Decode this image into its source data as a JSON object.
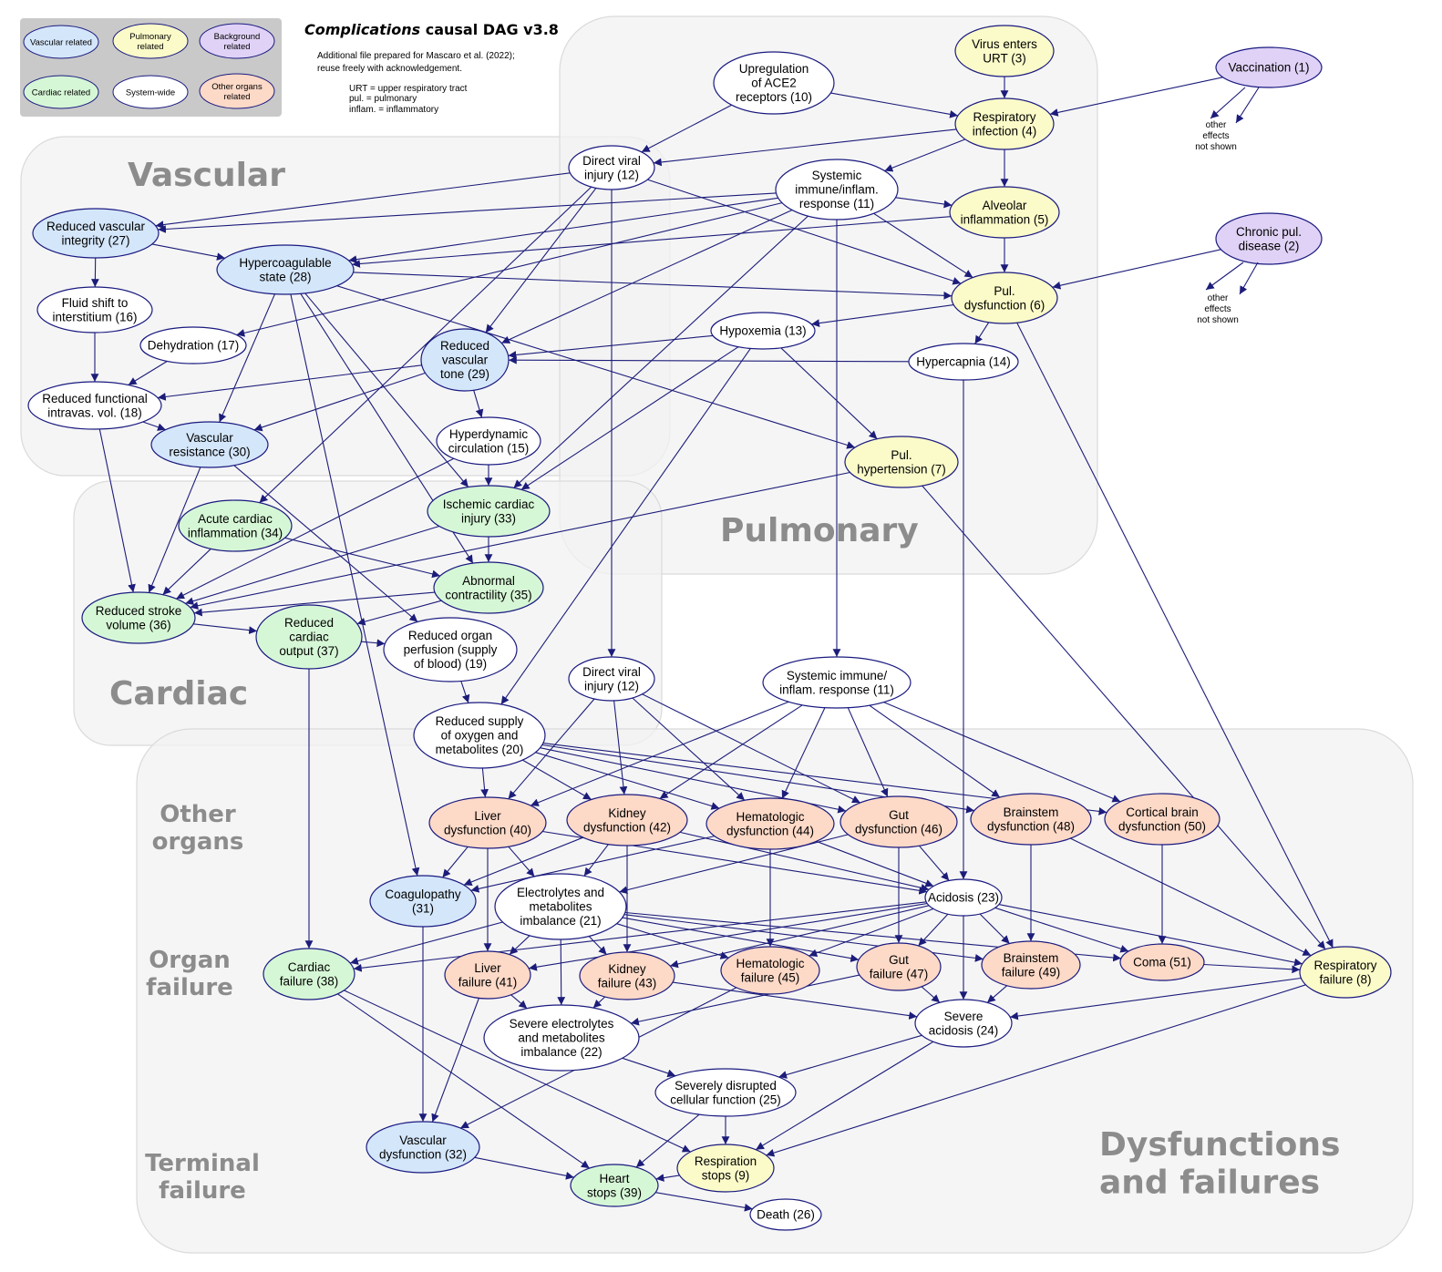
{
  "title": {
    "italic": "Complications",
    "rest": " causal DAG v3.8",
    "notes": [
      "Additional file prepared for Mascaro et al. (2022);",
      "reuse freely with acknowledgement.",
      "URT = upper respiratory tract",
      "pul. = pulmonary",
      "inflam. = inflammatory"
    ]
  },
  "colors": {
    "vascular": "#d4e6fa",
    "pulmonary": "#fbfbc9",
    "background": "#e0d2f6",
    "cardiac": "#d6f7d6",
    "system": "#ffffff",
    "organ": "#fdd9c7",
    "edge": "#1c1c7a",
    "region_fill": "#f1f1f1",
    "legend_fill": "#c9c9c9"
  },
  "legend": [
    {
      "type": "vascular",
      "lines": [
        "Vascular related"
      ]
    },
    {
      "type": "pulmonary",
      "lines": [
        "Pulmonary",
        "related"
      ]
    },
    {
      "type": "background",
      "lines": [
        "Background",
        "related"
      ]
    },
    {
      "type": "cardiac",
      "lines": [
        "Cardiac related"
      ]
    },
    {
      "type": "system",
      "lines": [
        "System-wide"
      ]
    },
    {
      "type": "organ",
      "lines": [
        "Other organs",
        "related"
      ]
    }
  ],
  "regions": [
    {
      "id": "vascular",
      "lines": [
        "Vascular"
      ]
    },
    {
      "id": "pulmonary",
      "lines": [
        "Pulmonary"
      ]
    },
    {
      "id": "cardiac",
      "lines": [
        "Cardiac"
      ]
    },
    {
      "id": "dysfunctions",
      "lines": [
        "Dysfunctions",
        "and failures"
      ]
    },
    {
      "id": "other-organs",
      "lines": [
        "Other",
        "organs"
      ]
    },
    {
      "id": "organ-failure",
      "lines": [
        "Organ",
        "failure"
      ]
    },
    {
      "id": "terminal-failure",
      "lines": [
        "Terminal",
        "failure"
      ]
    }
  ],
  "side_notes": [
    {
      "id": "vacc-note",
      "lines": [
        "other",
        "effects",
        "not shown"
      ]
    },
    {
      "id": "chronic-note",
      "lines": [
        "other",
        "effects",
        "not shown"
      ]
    }
  ],
  "nodes": [
    {
      "id": "n1",
      "type": "background",
      "lines": [
        "Vaccination (1)"
      ]
    },
    {
      "id": "n2",
      "type": "background",
      "lines": [
        "Chronic pul.",
        "disease (2)"
      ]
    },
    {
      "id": "n3",
      "type": "pulmonary",
      "lines": [
        "Virus enters",
        "URT (3)"
      ]
    },
    {
      "id": "n4",
      "type": "pulmonary",
      "lines": [
        "Respiratory",
        "infection (4)"
      ]
    },
    {
      "id": "n5",
      "type": "pulmonary",
      "lines": [
        "Alveolar",
        "inflammation (5)"
      ]
    },
    {
      "id": "n6",
      "type": "pulmonary",
      "lines": [
        "Pul.",
        "dysfunction (6)"
      ]
    },
    {
      "id": "n7",
      "type": "pulmonary",
      "lines": [
        "Pul.",
        "hypertension (7)"
      ]
    },
    {
      "id": "n8",
      "type": "pulmonary",
      "lines": [
        "Respiratory",
        "failure (8)"
      ]
    },
    {
      "id": "n9",
      "type": "pulmonary",
      "lines": [
        "Respiration",
        "stops (9)"
      ]
    },
    {
      "id": "n10",
      "type": "system",
      "lines": [
        "Upregulation",
        "of ACE2",
        "receptors (10)"
      ]
    },
    {
      "id": "n11",
      "type": "system",
      "lines": [
        "Systemic",
        "immune/inflam.",
        "response (11)"
      ]
    },
    {
      "id": "n11b",
      "type": "system",
      "lines": [
        "Systemic immune/",
        "inflam. response (11)"
      ]
    },
    {
      "id": "n12",
      "type": "system",
      "lines": [
        "Direct viral",
        "injury (12)"
      ]
    },
    {
      "id": "n12b",
      "type": "system",
      "lines": [
        "Direct viral",
        "injury (12)"
      ]
    },
    {
      "id": "n13",
      "type": "system",
      "lines": [
        "Hypoxemia (13)"
      ]
    },
    {
      "id": "n14",
      "type": "system",
      "lines": [
        "Hypercapnia (14)"
      ]
    },
    {
      "id": "n15",
      "type": "system",
      "lines": [
        "Hyperdynamic",
        "circulation (15)"
      ]
    },
    {
      "id": "n16",
      "type": "system",
      "lines": [
        "Fluid shift to",
        "interstitium (16)"
      ]
    },
    {
      "id": "n17",
      "type": "system",
      "lines": [
        "Dehydration (17)"
      ]
    },
    {
      "id": "n18",
      "type": "system",
      "lines": [
        "Reduced functional",
        "intravas. vol. (18)"
      ]
    },
    {
      "id": "n19",
      "type": "system",
      "lines": [
        "Reduced organ",
        "perfusion (supply",
        "of blood) (19)"
      ]
    },
    {
      "id": "n20",
      "type": "system",
      "lines": [
        "Reduced supply",
        "of oxygen and",
        "metabolites (20)"
      ]
    },
    {
      "id": "n21",
      "type": "system",
      "lines": [
        "Electrolytes and",
        "metabolites",
        "imbalance (21)"
      ]
    },
    {
      "id": "n22",
      "type": "system",
      "lines": [
        "Severe electrolytes",
        "and metabolites",
        "imbalance (22)"
      ]
    },
    {
      "id": "n23",
      "type": "system",
      "lines": [
        "Acidosis (23)"
      ]
    },
    {
      "id": "n24",
      "type": "system",
      "lines": [
        "Severe",
        "acidosis (24)"
      ]
    },
    {
      "id": "n25",
      "type": "system",
      "lines": [
        "Severely disrupted",
        "cellular function (25)"
      ]
    },
    {
      "id": "n26",
      "type": "system",
      "lines": [
        "Death (26)"
      ]
    },
    {
      "id": "n27",
      "type": "vascular",
      "lines": [
        "Reduced vascular",
        "integrity (27)"
      ]
    },
    {
      "id": "n28",
      "type": "vascular",
      "lines": [
        "Hypercoagulable",
        "state (28)"
      ]
    },
    {
      "id": "n29",
      "type": "vascular",
      "lines": [
        "Reduced",
        "vascular",
        "tone (29)"
      ]
    },
    {
      "id": "n30",
      "type": "vascular",
      "lines": [
        "Vascular",
        "resistance (30)"
      ]
    },
    {
      "id": "n31",
      "type": "vascular",
      "lines": [
        "Coagulopathy",
        "(31)"
      ]
    },
    {
      "id": "n32",
      "type": "vascular",
      "lines": [
        "Vascular",
        "dysfunction (32)"
      ]
    },
    {
      "id": "n33",
      "type": "cardiac",
      "lines": [
        "Ischemic cardiac",
        "injury (33)"
      ]
    },
    {
      "id": "n34",
      "type": "cardiac",
      "lines": [
        "Acute cardiac",
        "inflammation (34)"
      ]
    },
    {
      "id": "n35",
      "type": "cardiac",
      "lines": [
        "Abnormal",
        "contractility (35)"
      ]
    },
    {
      "id": "n36",
      "type": "cardiac",
      "lines": [
        "Reduced stroke",
        "volume (36)"
      ]
    },
    {
      "id": "n37",
      "type": "cardiac",
      "lines": [
        "Reduced",
        "cardiac",
        "output (37)"
      ]
    },
    {
      "id": "n38",
      "type": "cardiac",
      "lines": [
        "Cardiac",
        "failure (38)"
      ]
    },
    {
      "id": "n39",
      "type": "cardiac",
      "lines": [
        "Heart",
        "stops (39)"
      ]
    },
    {
      "id": "n40",
      "type": "organ",
      "lines": [
        "Liver",
        "dysfunction (40)"
      ]
    },
    {
      "id": "n41",
      "type": "organ",
      "lines": [
        "Liver",
        "failure (41)"
      ]
    },
    {
      "id": "n42",
      "type": "organ",
      "lines": [
        "Kidney",
        "dysfunction (42)"
      ]
    },
    {
      "id": "n43",
      "type": "organ",
      "lines": [
        "Kidney",
        "failure (43)"
      ]
    },
    {
      "id": "n44",
      "type": "organ",
      "lines": [
        "Hematologic",
        "dysfunction (44)"
      ]
    },
    {
      "id": "n45",
      "type": "organ",
      "lines": [
        "Hematologic",
        "failure (45)"
      ]
    },
    {
      "id": "n46",
      "type": "organ",
      "lines": [
        "Gut",
        "dysfunction (46)"
      ]
    },
    {
      "id": "n47",
      "type": "organ",
      "lines": [
        "Gut",
        "failure (47)"
      ]
    },
    {
      "id": "n48",
      "type": "organ",
      "lines": [
        "Brainstem",
        "dysfunction (48)"
      ]
    },
    {
      "id": "n49",
      "type": "organ",
      "lines": [
        "Brainstem",
        "failure (49)"
      ]
    },
    {
      "id": "n50",
      "type": "organ",
      "lines": [
        "Cortical brain",
        "dysfunction (50)"
      ]
    },
    {
      "id": "n51",
      "type": "organ",
      "lines": [
        "Coma (51)"
      ]
    }
  ],
  "edges": [
    [
      "n3",
      "n4"
    ],
    [
      "n1",
      "n4"
    ],
    [
      "n10",
      "n4"
    ],
    [
      "n10",
      "n12"
    ],
    [
      "n4",
      "n12"
    ],
    [
      "n4",
      "n11"
    ],
    [
      "n4",
      "n5"
    ],
    [
      "n12",
      "n27"
    ],
    [
      "n12",
      "n6"
    ],
    [
      "n12",
      "n29"
    ],
    [
      "n12",
      "n34"
    ],
    [
      "n12",
      "n12b"
    ],
    [
      "n11",
      "n27"
    ],
    [
      "n11",
      "n28"
    ],
    [
      "n11",
      "n5"
    ],
    [
      "n11",
      "n6"
    ],
    [
      "n11",
      "n29"
    ],
    [
      "n11",
      "n17"
    ],
    [
      "n11",
      "n33"
    ],
    [
      "n11",
      "n11b"
    ],
    [
      "n5",
      "n6"
    ],
    [
      "n5",
      "n28"
    ],
    [
      "n2",
      "n6"
    ],
    [
      "n6",
      "n13"
    ],
    [
      "n6",
      "n14"
    ],
    [
      "n6",
      "n8"
    ],
    [
      "n13",
      "n29"
    ],
    [
      "n13",
      "n7"
    ],
    [
      "n13",
      "n33"
    ],
    [
      "n13",
      "n20"
    ],
    [
      "n14",
      "n29"
    ],
    [
      "n14",
      "n23"
    ],
    [
      "n27",
      "n28"
    ],
    [
      "n27",
      "n16"
    ],
    [
      "n16",
      "n18"
    ],
    [
      "n17",
      "n18"
    ],
    [
      "n28",
      "n6"
    ],
    [
      "n28",
      "n7"
    ],
    [
      "n28",
      "n30"
    ],
    [
      "n28",
      "n33"
    ],
    [
      "n28",
      "n35"
    ],
    [
      "n28",
      "n31"
    ],
    [
      "n29",
      "n18"
    ],
    [
      "n29",
      "n30"
    ],
    [
      "n29",
      "n15"
    ],
    [
      "n15",
      "n33"
    ],
    [
      "n15",
      "n36"
    ],
    [
      "n18",
      "n30"
    ],
    [
      "n18",
      "n36"
    ],
    [
      "n30",
      "n36"
    ],
    [
      "n30",
      "n19"
    ],
    [
      "n7",
      "n36"
    ],
    [
      "n7",
      "n8"
    ],
    [
      "n33",
      "n36"
    ],
    [
      "n33",
      "n35"
    ],
    [
      "n34",
      "n36"
    ],
    [
      "n34",
      "n35"
    ],
    [
      "n35",
      "n36"
    ],
    [
      "n35",
      "n37"
    ],
    [
      "n36",
      "n37"
    ],
    [
      "n37",
      "n19"
    ],
    [
      "n37",
      "n38"
    ],
    [
      "n19",
      "n20"
    ],
    [
      "n20",
      "n40"
    ],
    [
      "n20",
      "n42"
    ],
    [
      "n20",
      "n44"
    ],
    [
      "n20",
      "n46"
    ],
    [
      "n20",
      "n48"
    ],
    [
      "n20",
      "n50"
    ],
    [
      "n12b",
      "n40"
    ],
    [
      "n12b",
      "n42"
    ],
    [
      "n12b",
      "n44"
    ],
    [
      "n12b",
      "n46"
    ],
    [
      "n11b",
      "n40"
    ],
    [
      "n11b",
      "n42"
    ],
    [
      "n11b",
      "n44"
    ],
    [
      "n11b",
      "n46"
    ],
    [
      "n11b",
      "n48"
    ],
    [
      "n11b",
      "n50"
    ],
    [
      "n40",
      "n41"
    ],
    [
      "n40",
      "n21"
    ],
    [
      "n40",
      "n31"
    ],
    [
      "n40",
      "n23"
    ],
    [
      "n42",
      "n43"
    ],
    [
      "n42",
      "n21"
    ],
    [
      "n42",
      "n31"
    ],
    [
      "n42",
      "n23"
    ],
    [
      "n44",
      "n45"
    ],
    [
      "n44",
      "n31"
    ],
    [
      "n44",
      "n23"
    ],
    [
      "n46",
      "n47"
    ],
    [
      "n46",
      "n21"
    ],
    [
      "n46",
      "n23"
    ],
    [
      "n48",
      "n49"
    ],
    [
      "n48",
      "n8"
    ],
    [
      "n50",
      "n51"
    ],
    [
      "n21",
      "n38"
    ],
    [
      "n21",
      "n41"
    ],
    [
      "n21",
      "n43"
    ],
    [
      "n21",
      "n45"
    ],
    [
      "n21",
      "n47"
    ],
    [
      "n21",
      "n49"
    ],
    [
      "n21",
      "n51"
    ],
    [
      "n21",
      "n22"
    ],
    [
      "n23",
      "n24"
    ],
    [
      "n23",
      "n38"
    ],
    [
      "n23",
      "n41"
    ],
    [
      "n23",
      "n43"
    ],
    [
      "n23",
      "n45"
    ],
    [
      "n23",
      "n47"
    ],
    [
      "n23",
      "n49"
    ],
    [
      "n23",
      "n51"
    ],
    [
      "n23",
      "n8"
    ],
    [
      "n31",
      "n32"
    ],
    [
      "n38",
      "n39"
    ],
    [
      "n38",
      "n9"
    ],
    [
      "n41",
      "n22"
    ],
    [
      "n41",
      "n32"
    ],
    [
      "n43",
      "n22"
    ],
    [
      "n43",
      "n24"
    ],
    [
      "n45",
      "n32"
    ],
    [
      "n47",
      "n24"
    ],
    [
      "n47",
      "n22"
    ],
    [
      "n49",
      "n24"
    ],
    [
      "n51",
      "n8"
    ],
    [
      "n8",
      "n24"
    ],
    [
      "n8",
      "n9"
    ],
    [
      "n22",
      "n25"
    ],
    [
      "n24",
      "n25"
    ],
    [
      "n24",
      "n9"
    ],
    [
      "n25",
      "n39"
    ],
    [
      "n25",
      "n9"
    ],
    [
      "n32",
      "n39"
    ],
    [
      "n9",
      "n39"
    ],
    [
      "n39",
      "n26"
    ]
  ]
}
